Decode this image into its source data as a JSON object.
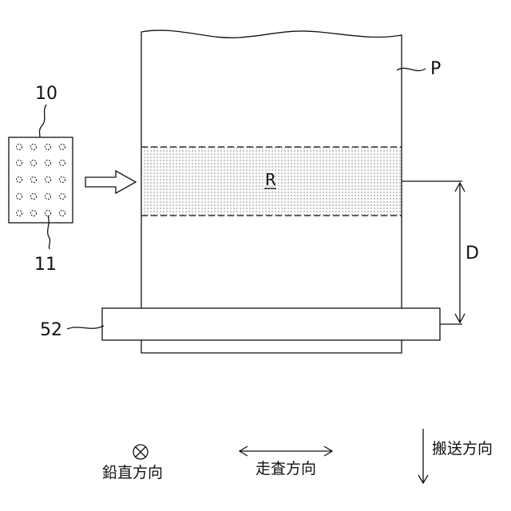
{
  "labels": {
    "head_ref": "10",
    "nozzle_ref": "11",
    "paper_ref": "P",
    "region_ref": "R",
    "distance_ref": "D",
    "roller_ref": "52"
  },
  "legend": {
    "vertical": "鉛直方向",
    "scan": "走査方向",
    "conveyance": "搬送方向"
  }
}
